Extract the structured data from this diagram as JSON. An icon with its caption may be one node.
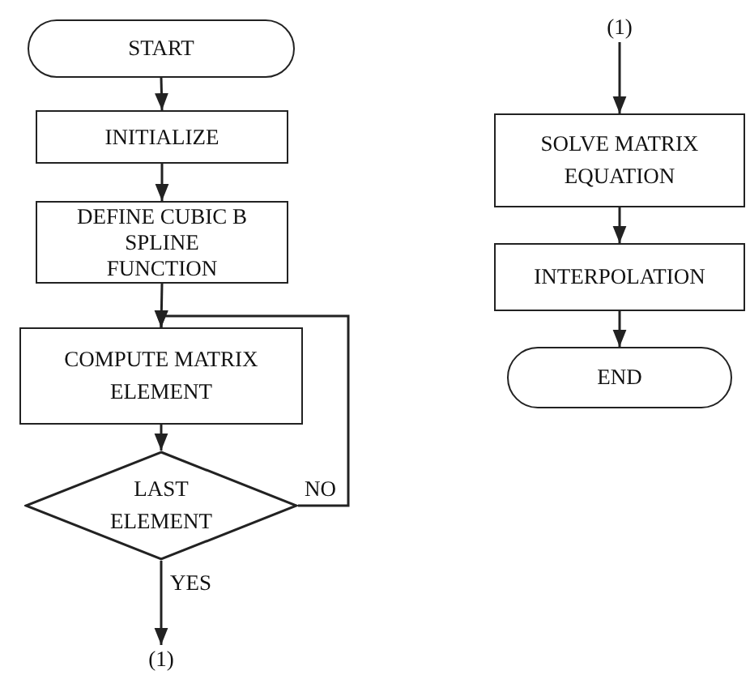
{
  "diagram": {
    "nodes": [
      {
        "text": [
          "START"
        ]
      },
      {
        "text": [
          "INITIALIZE"
        ]
      },
      {
        "text": [
          "DEFINE CUBIC B SPLINE FUNCTION"
        ]
      },
      {
        "text": [
          "COMPUTE MATRIX ELEMENT"
        ]
      },
      {
        "text": [
          "LAST ELEMENT"
        ]
      },
      {
        "text": [
          "(1)"
        ]
      },
      {
        "text": [
          "(1)"
        ]
      },
      {
        "text": [
          "SOLVE MATRIX EQUATION"
        ]
      },
      {
        "text": [
          "INTERPOLATION"
        ]
      },
      {
        "text": [
          "END"
        ]
      }
    ],
    "edges": [
      {
        "from": 0,
        "to": 1,
        "arrow": "to"
      },
      {
        "from": 1,
        "to": 2,
        "arrow": "to"
      },
      {
        "from": 2,
        "to": 3,
        "arrow": "to"
      },
      {
        "from": 3,
        "to": 4,
        "arrow": "to"
      },
      {
        "from": 4,
        "to": 3,
        "arrow": "to",
        "label": "NO"
      },
      {
        "from": 4,
        "to": 5,
        "arrow": "to",
        "label": "YES"
      },
      {
        "from": 6,
        "to": 7,
        "arrow": "to"
      },
      {
        "from": 7,
        "to": 8,
        "arrow": "to"
      },
      {
        "from": 8,
        "to": 9,
        "arrow": "to"
      }
    ]
  }
}
